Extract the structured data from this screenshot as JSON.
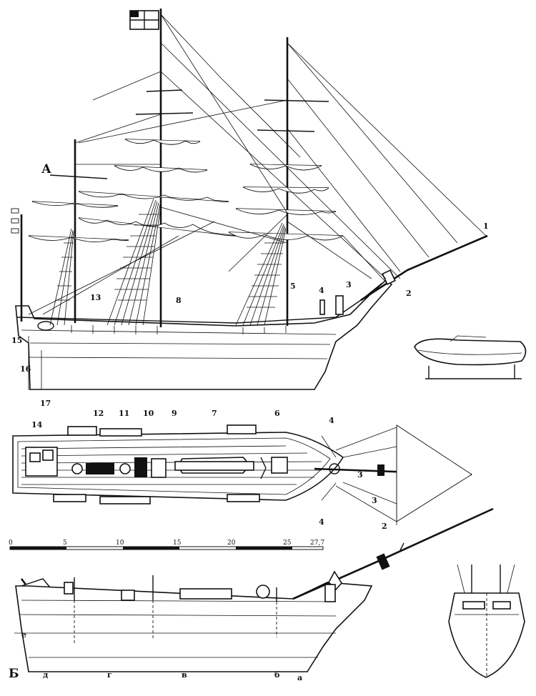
{
  "figure": {
    "view_labels": {
      "profile": "А",
      "lines": "Б"
    },
    "callouts": {
      "n1": "1",
      "n2": "2",
      "n3": "3",
      "n4": "4",
      "n5": "5",
      "n6": "6",
      "n7": "7",
      "n8": "8",
      "n9": "9",
      "n10": "10",
      "n11": "11",
      "n12": "12",
      "n13": "13",
      "n14": "14",
      "n15": "15",
      "n16": "16",
      "n17": "17"
    },
    "plan_callouts": {
      "a4": "4",
      "b4": "4",
      "a3": "3",
      "b3": "3",
      "a2": "2"
    },
    "station_letters": {
      "a": "а",
      "b": "б",
      "v": "в",
      "g": "г",
      "d": "д",
      "e": "е"
    },
    "scale_ticks": [
      "0",
      "5",
      "10",
      "15",
      "20",
      "25",
      "27,7"
    ],
    "colors": {
      "ink": "#111111",
      "paper": "#ffffff"
    }
  }
}
